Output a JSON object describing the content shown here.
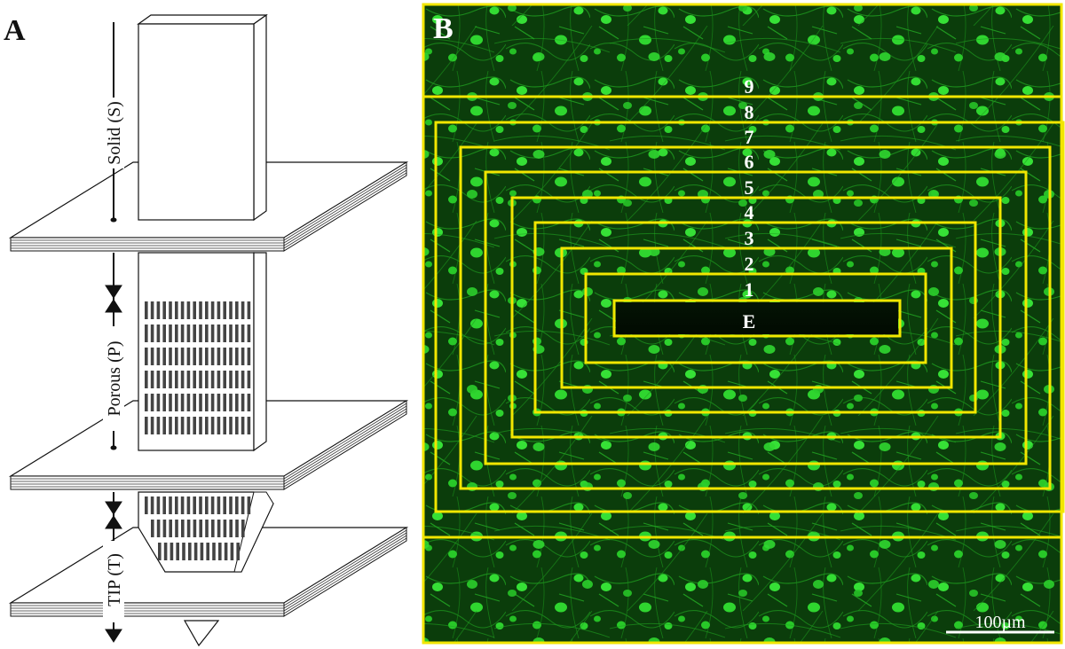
{
  "panel_a": {
    "letter": "A",
    "segments": [
      {
        "id": "solid",
        "label": "Solid (S)"
      },
      {
        "id": "porous",
        "label": "Porous (P)"
      },
      {
        "id": "tip",
        "label": "TIP (T)"
      }
    ]
  },
  "panel_b": {
    "letter": "B",
    "rings": [
      "E",
      "1",
      "2",
      "3",
      "4",
      "5",
      "6",
      "7",
      "8",
      "9"
    ],
    "scale_bar": "100µm"
  },
  "colors": {
    "frame": "#f2e600",
    "tissue_bg": "#0a3a0a",
    "neuron": "#29d329",
    "ink": "#111111"
  }
}
